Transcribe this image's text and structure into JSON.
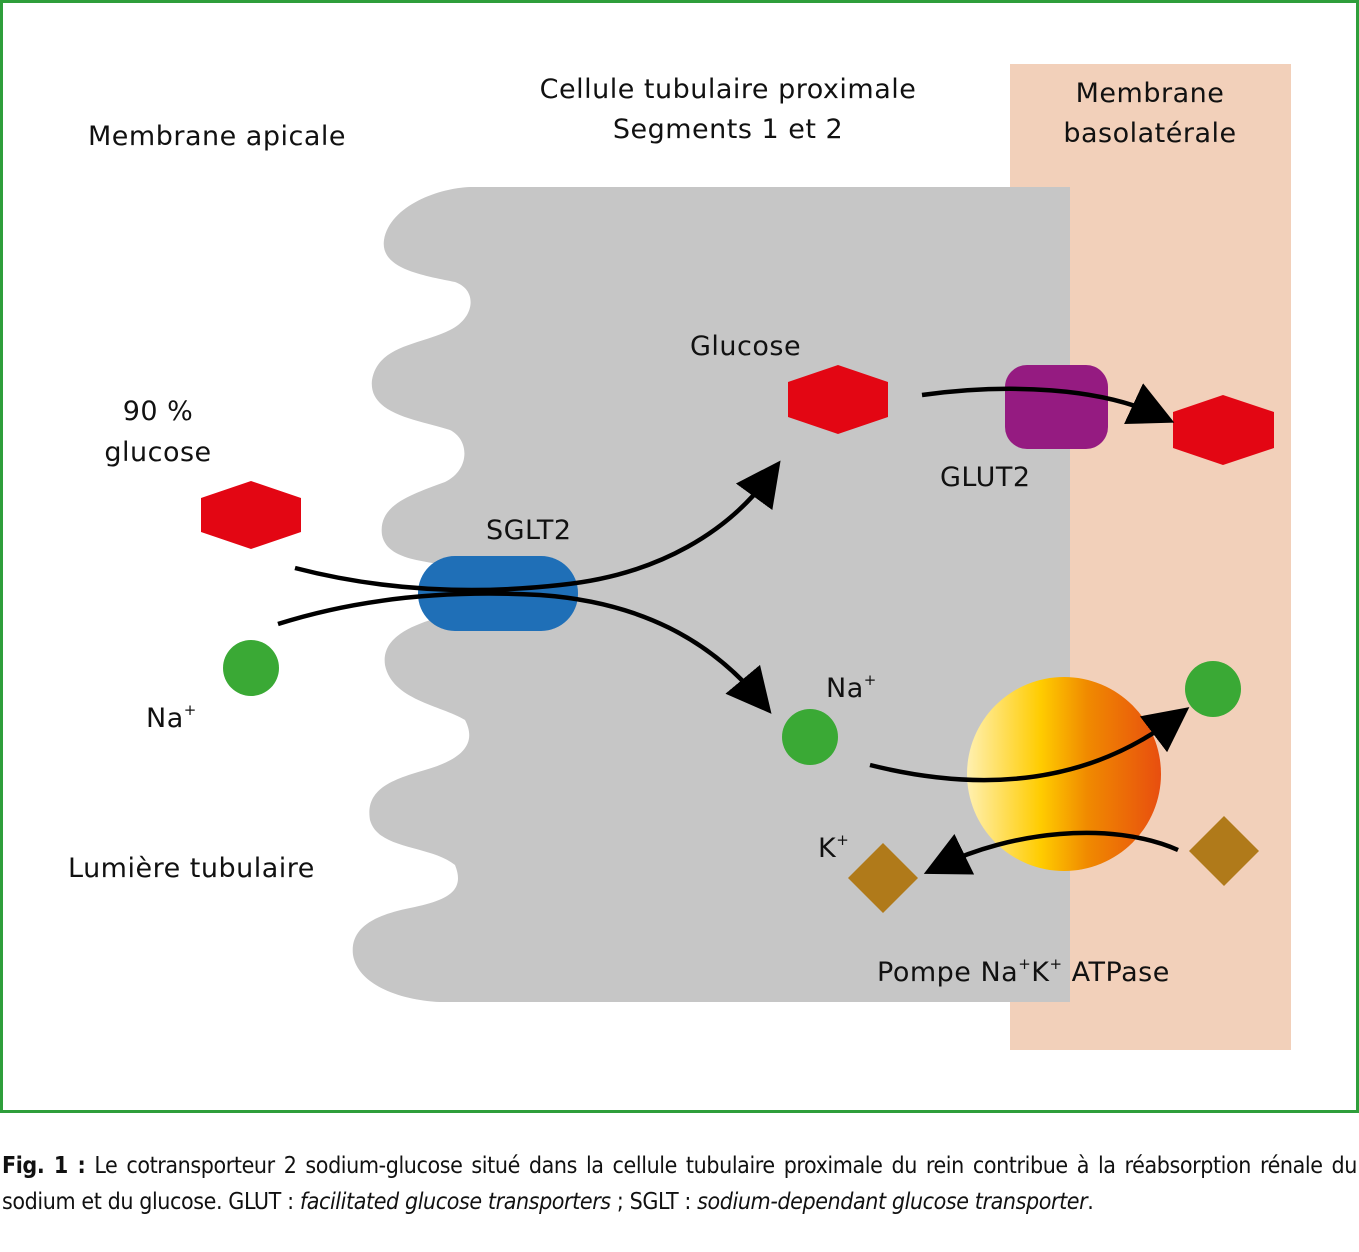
{
  "colors": {
    "frame": "#2f9e3b",
    "cell": "#c6c6c6",
    "basolateral": "#f2d0ba",
    "glucose": "#e30613",
    "sodium": "#3aa935",
    "potassium": "#b07a1a",
    "sglt2": "#1f6fb7",
    "glut2": "#951b81",
    "pump_gradient": [
      "#fff0b0",
      "#ffcc00",
      "#f08a00",
      "#e84e0f"
    ]
  },
  "labels": {
    "apical_membrane": "Membrane apicale",
    "cell_title_line1": "Cellule tubulaire proximale",
    "cell_title_line2": "Segments 1 et 2",
    "basolateral_line1": "Membrane",
    "basolateral_line2": "basolatérale",
    "glucose_90_line1": "90 %",
    "glucose_90_line2": "glucose",
    "na_lumen": "Na",
    "na_cell": "Na",
    "plus": "+",
    "sglt2": "SGLT2",
    "glucose_cell": "Glucose",
    "glut2": "GLUT2",
    "k": "K",
    "tubular_lumen": "Lumière tubulaire",
    "pump_prefix": "Pompe Na",
    "pump_k": "K",
    "pump_suffix": " ATPase"
  },
  "icons": {
    "glucose": "hexagon",
    "sodium": "circle",
    "potassium": "diamond",
    "sglt2": "rounded-capsule",
    "glut2": "rounded-square",
    "pump": "gradient-sphere"
  },
  "caption": {
    "fig_label": "Fig. 1 :",
    "text_1": " Le cotransporteur 2 sodium-glucose situé dans la cellule tubulaire proximale du rein contribue à la réabsorption rénale du sodium et du glucose. GLUT : ",
    "glut_def": "facilitated glucose transporters",
    "text_2": " ; SGLT : ",
    "sglt_def": "sodium-dependant glucose transporter",
    "text_3": "."
  }
}
